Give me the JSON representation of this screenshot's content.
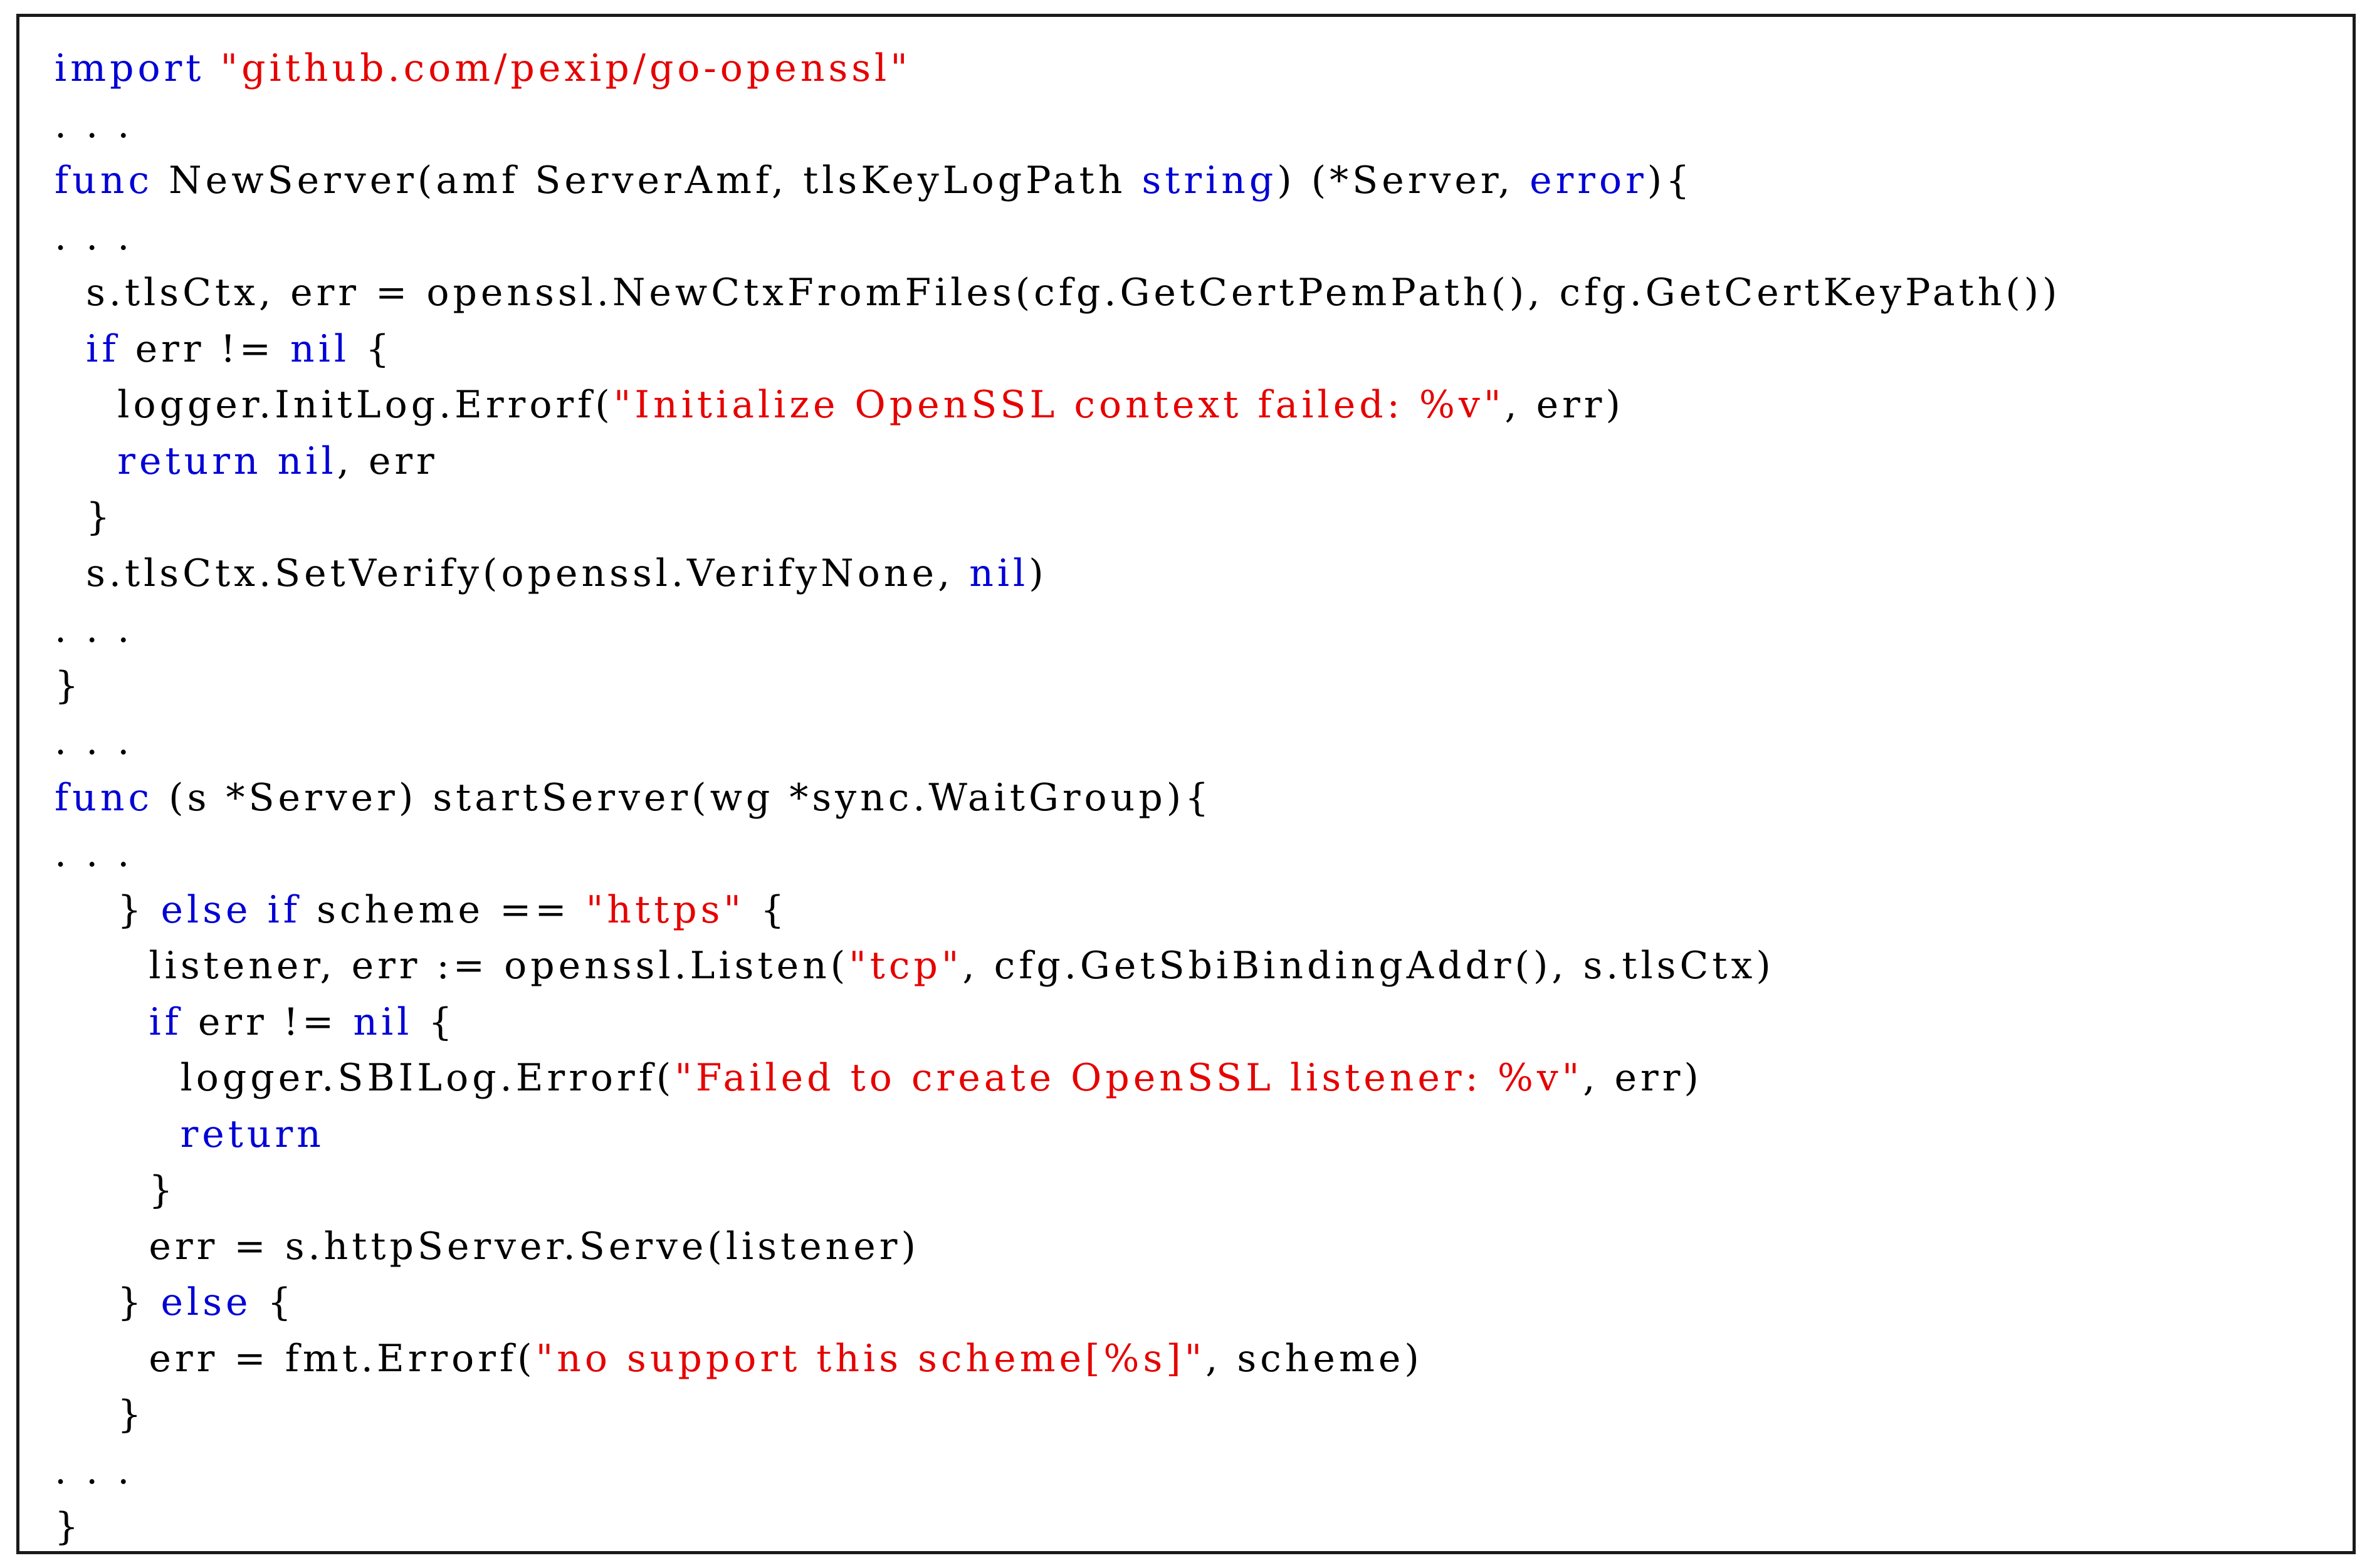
{
  "code": {
    "colors": {
      "keyword": "#0000d6",
      "string": "#e60000",
      "plain": "#000000",
      "border": "#1a1a1a"
    },
    "lines": [
      [
        {
          "t": "kw",
          "v": "import"
        },
        {
          "t": "plain",
          "v": " "
        },
        {
          "t": "str",
          "v": "\"github.com/pexip/go-openssl\""
        }
      ],
      [
        {
          "t": "plain",
          "v": ". . ."
        }
      ],
      [
        {
          "t": "kw",
          "v": "func"
        },
        {
          "t": "plain",
          "v": " NewServer(amf ServerAmf, tlsKeyLogPath "
        },
        {
          "t": "kw",
          "v": "string"
        },
        {
          "t": "plain",
          "v": ") (*Server, "
        },
        {
          "t": "kw",
          "v": "error"
        },
        {
          "t": "plain",
          "v": "){"
        }
      ],
      [
        {
          "t": "plain",
          "v": ". . ."
        }
      ],
      [
        {
          "t": "plain",
          "v": "  s.tlsCtx, err = openssl.NewCtxFromFiles(cfg.GetCertPemPath(), cfg.GetCertKeyPath())"
        }
      ],
      [
        {
          "t": "plain",
          "v": "  "
        },
        {
          "t": "kw",
          "v": "if"
        },
        {
          "t": "plain",
          "v": " err != "
        },
        {
          "t": "kw",
          "v": "nil"
        },
        {
          "t": "plain",
          "v": " {"
        }
      ],
      [
        {
          "t": "plain",
          "v": "    logger.InitLog.Errorf("
        },
        {
          "t": "str",
          "v": "\"Initialize OpenSSL context failed: %v\""
        },
        {
          "t": "plain",
          "v": ", err)"
        }
      ],
      [
        {
          "t": "plain",
          "v": "    "
        },
        {
          "t": "kw",
          "v": "return"
        },
        {
          "t": "plain",
          "v": " "
        },
        {
          "t": "kw",
          "v": "nil"
        },
        {
          "t": "plain",
          "v": ", err"
        }
      ],
      [
        {
          "t": "plain",
          "v": "  }"
        }
      ],
      [
        {
          "t": "plain",
          "v": "  s.tlsCtx.SetVerify(openssl.VerifyNone, "
        },
        {
          "t": "kw",
          "v": "nil"
        },
        {
          "t": "plain",
          "v": ")"
        }
      ],
      [
        {
          "t": "plain",
          "v": ". . ."
        }
      ],
      [
        {
          "t": "plain",
          "v": "}"
        }
      ],
      [
        {
          "t": "plain",
          "v": ". . ."
        }
      ],
      [
        {
          "t": "kw",
          "v": "func"
        },
        {
          "t": "plain",
          "v": " (s *Server) startServer(wg *sync.WaitGroup){"
        }
      ],
      [
        {
          "t": "plain",
          "v": ". . ."
        }
      ],
      [
        {
          "t": "plain",
          "v": "    } "
        },
        {
          "t": "kw",
          "v": "else if"
        },
        {
          "t": "plain",
          "v": " scheme == "
        },
        {
          "t": "str",
          "v": "\"https\""
        },
        {
          "t": "plain",
          "v": " {"
        }
      ],
      [
        {
          "t": "plain",
          "v": "      listener, err := openssl.Listen("
        },
        {
          "t": "str",
          "v": "\"tcp\""
        },
        {
          "t": "plain",
          "v": ", cfg.GetSbiBindingAddr(), s.tlsCtx)"
        }
      ],
      [
        {
          "t": "plain",
          "v": "      "
        },
        {
          "t": "kw",
          "v": "if"
        },
        {
          "t": "plain",
          "v": " err != "
        },
        {
          "t": "kw",
          "v": "nil"
        },
        {
          "t": "plain",
          "v": " {"
        }
      ],
      [
        {
          "t": "plain",
          "v": "        logger.SBILog.Errorf("
        },
        {
          "t": "str",
          "v": "\"Failed to create OpenSSL listener: %v\""
        },
        {
          "t": "plain",
          "v": ", err)"
        }
      ],
      [
        {
          "t": "plain",
          "v": "        "
        },
        {
          "t": "kw",
          "v": "return"
        }
      ],
      [
        {
          "t": "plain",
          "v": "      }"
        }
      ],
      [
        {
          "t": "plain",
          "v": "      err = s.httpServer.Serve(listener)"
        }
      ],
      [
        {
          "t": "plain",
          "v": "    } "
        },
        {
          "t": "kw",
          "v": "else"
        },
        {
          "t": "plain",
          "v": " {"
        }
      ],
      [
        {
          "t": "plain",
          "v": "      err = fmt.Errorf("
        },
        {
          "t": "str",
          "v": "\"no support this scheme[%s]\""
        },
        {
          "t": "plain",
          "v": ", scheme)"
        }
      ],
      [
        {
          "t": "plain",
          "v": "    }"
        }
      ],
      [
        {
          "t": "plain",
          "v": ". . ."
        }
      ],
      [
        {
          "t": "plain",
          "v": "}"
        }
      ]
    ]
  }
}
